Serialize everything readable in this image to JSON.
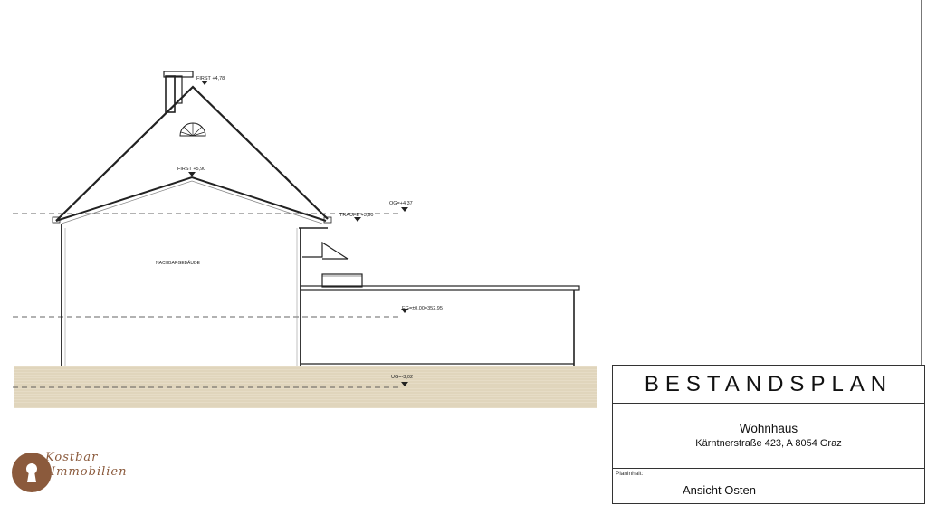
{
  "title_block": {
    "title": "BESTANDSPLAN",
    "object_name": "Wohnhaus",
    "address": "Kärntnerstraße 423, A 8054 Graz",
    "plan_content_label": "Planinhalt:",
    "plan_content": "Ansicht Osten"
  },
  "drawing": {
    "building_label": "NACHBARGEBÄUDE",
    "levels": {
      "first_top": "FIRST +4,78",
      "first_lower": "FIRST +5,90",
      "og": "OG=+4,37",
      "traufe": "TRAUFE +3,90",
      "eg": "EG=±0,00=352,95",
      "ug": "UG=-3,02"
    }
  },
  "logo": {
    "line1": "Kostbar",
    "line2": "Immobilien"
  },
  "colors": {
    "ground": "#e4d9c2",
    "brand": "#8b5a3c"
  }
}
